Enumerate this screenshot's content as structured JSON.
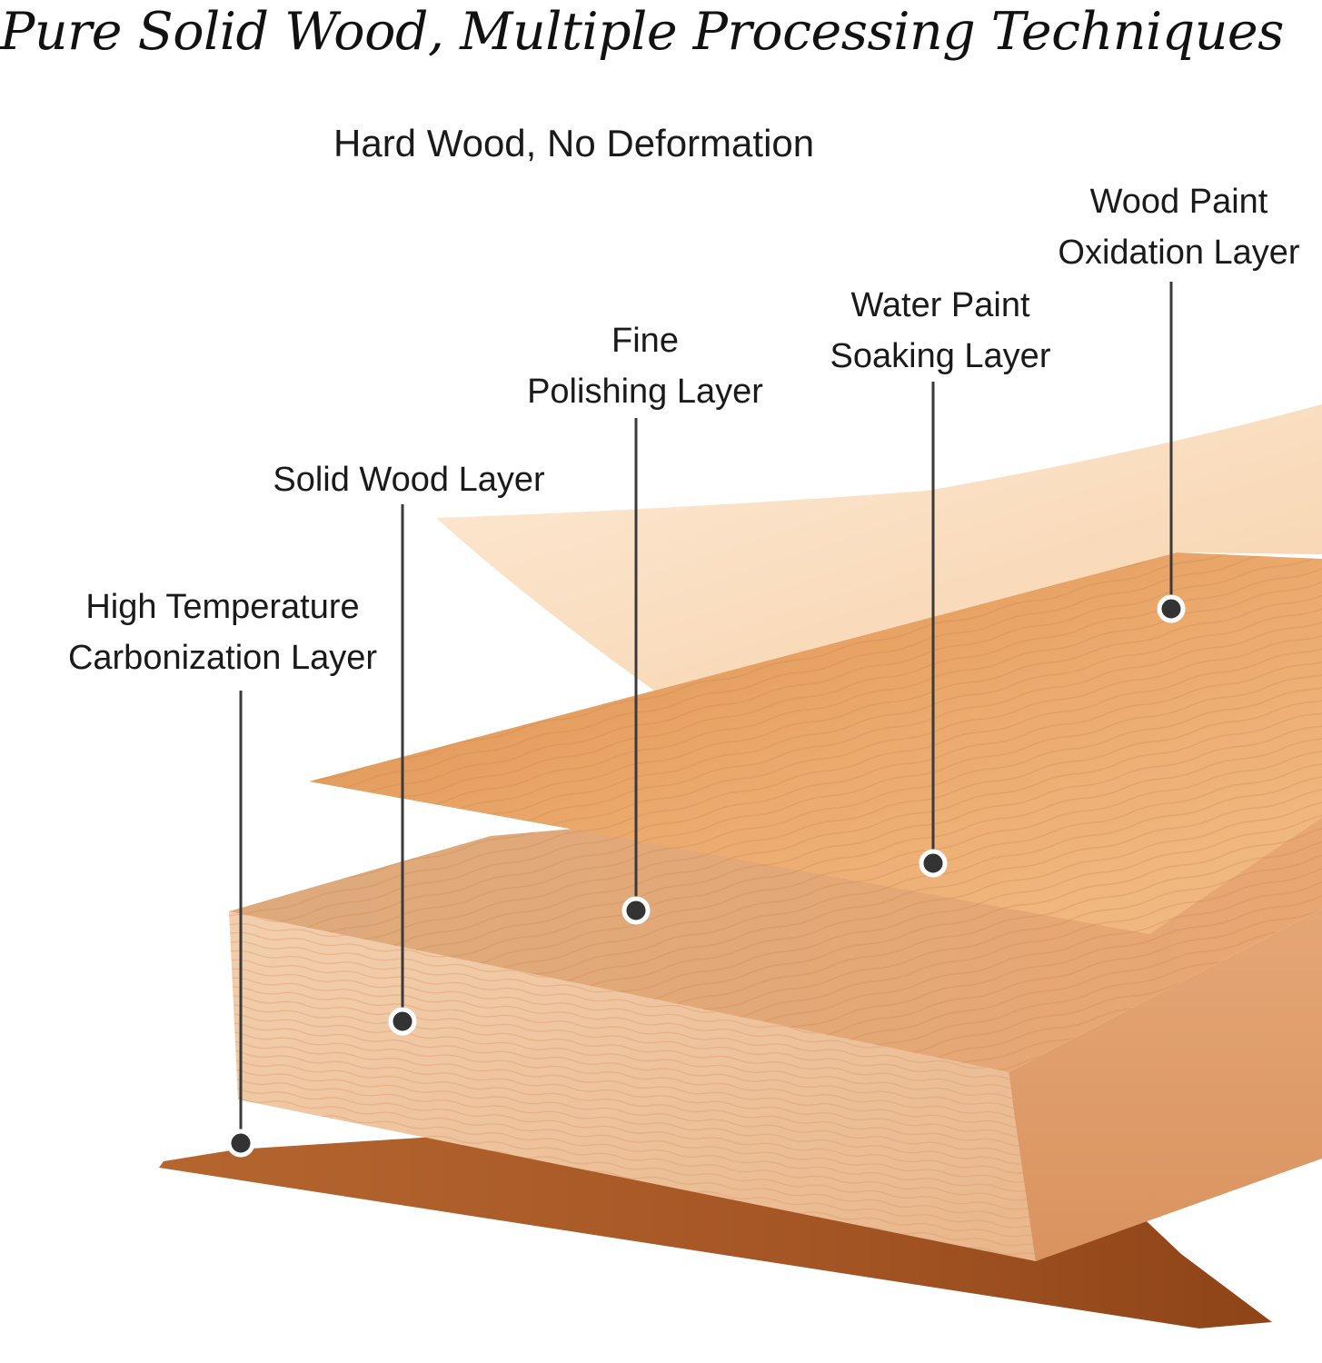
{
  "title": "Pure Solid Wood, Multiple Processing Techniques",
  "subtitle": "Hard Wood, No Deformation",
  "layers": [
    {
      "id": "wood-paint-oxidation",
      "lines": [
        "Wood Paint",
        "Oxidation Layer"
      ]
    },
    {
      "id": "water-paint-soaking",
      "lines": [
        "Water Paint",
        "Soaking Layer"
      ]
    },
    {
      "id": "fine-polishing",
      "lines": [
        "Fine",
        "Polishing Layer"
      ]
    },
    {
      "id": "solid-wood",
      "lines": [
        "Solid Wood Layer"
      ]
    },
    {
      "id": "high-temperature-carbonization",
      "lines": [
        "High Temperature",
        "Carbonization Layer"
      ]
    }
  ],
  "colors": {
    "oxidation_layer": "#fbe3c8",
    "soaking_layer": "#e8a567",
    "board_top": "#e4aa78",
    "board_front": "#efc39c",
    "board_side": "#e2a577",
    "carbonized_layer": "#a85a28",
    "leader_line": "#3a3a3a",
    "marker": "#333333"
  }
}
